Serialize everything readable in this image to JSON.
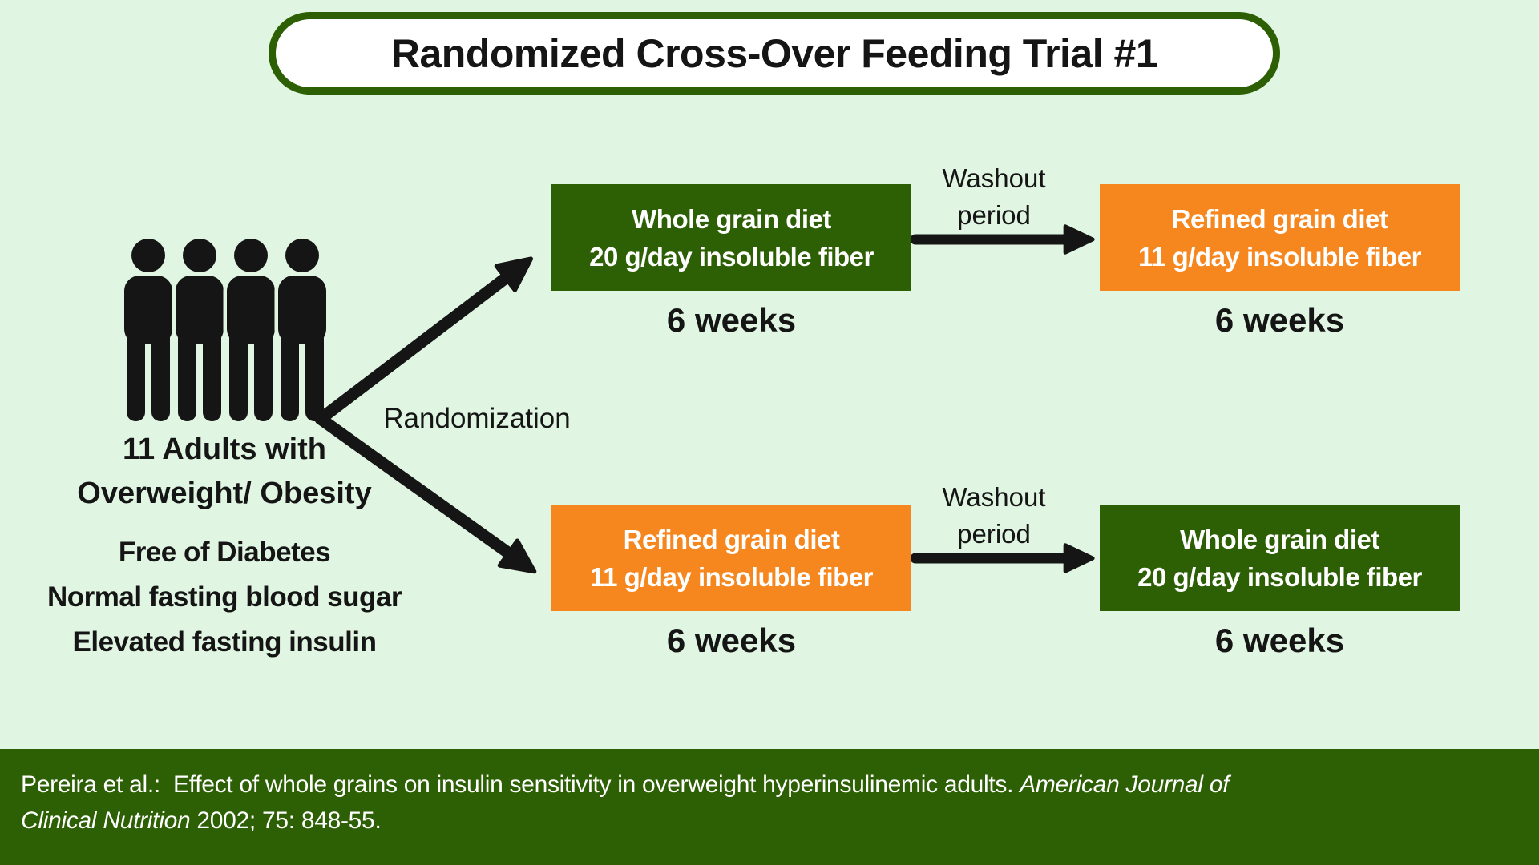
{
  "title": "Randomized Cross-Over Feeding Trial #1",
  "colors": {
    "dark_green": "#2D5F04",
    "orange": "#F6871E",
    "background_light_green": "#E0F5E2",
    "text_black": "#151515",
    "box_text_white": "#FFFFFF"
  },
  "icons": {
    "population": "four-adults-silhouette-icon"
  },
  "population": {
    "line1": "11 Adults with",
    "line2": "Overweight/ Obesity",
    "criteria": [
      "Free of Diabetes",
      "Normal fasting blood sugar",
      "Elevated fasting insulin"
    ]
  },
  "randomization_label": "Randomization",
  "washout": {
    "line1": "Washout",
    "line2": "period"
  },
  "arms": {
    "top": {
      "phase1": {
        "title": "Whole grain diet",
        "subtitle": "20 g/day insoluble fiber",
        "duration": "6 weeks",
        "color_key": "dark_green"
      },
      "phase2": {
        "title": "Refined grain diet",
        "subtitle": "11 g/day insoluble fiber",
        "duration": "6 weeks",
        "color_key": "orange"
      }
    },
    "bottom": {
      "phase1": {
        "title": "Refined grain diet",
        "subtitle": "11 g/day insoluble fiber",
        "duration": "6 weeks",
        "color_key": "orange"
      },
      "phase2": {
        "title": "Whole grain diet",
        "subtitle": "20 g/day insoluble fiber",
        "duration": "6 weeks",
        "color_key": "dark_green"
      }
    }
  },
  "footer": {
    "line1_regular": "Pereira et al.:  Effect of whole grains on insulin sensitivity in overweight hyperinsulinemic adults. ",
    "line1_italic": "American Journal of",
    "line2_italic": "Clinical Nutrition",
    "line2_regular": " 2002; 75: 848-55."
  }
}
